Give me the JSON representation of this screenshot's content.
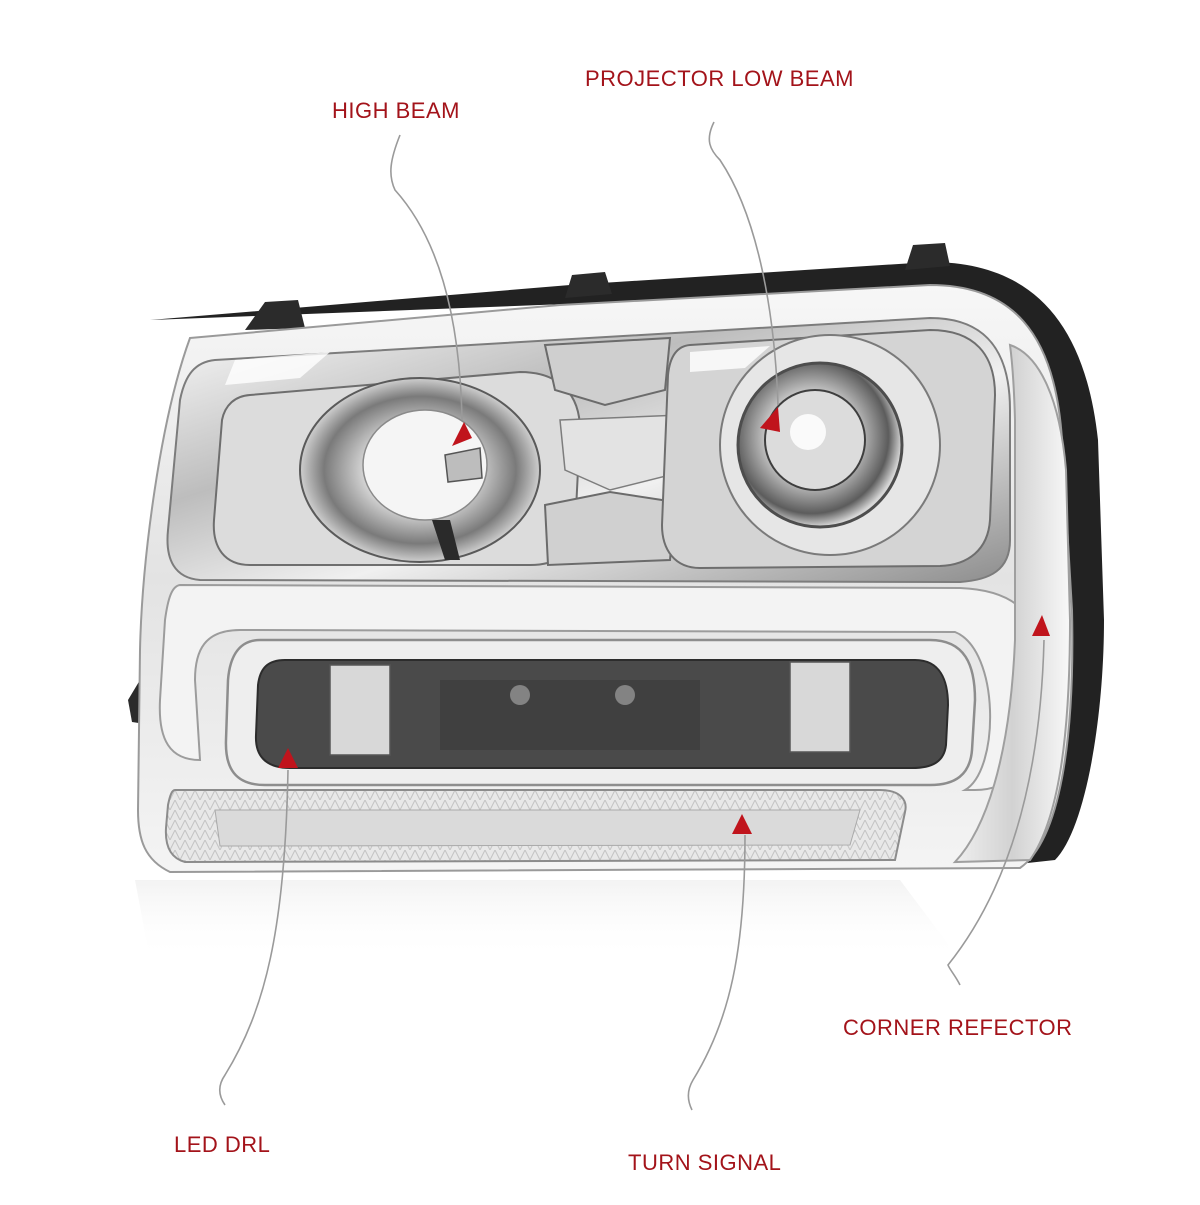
{
  "colors": {
    "label": "#a3131a",
    "arrow": "#c0141c",
    "leader": "#9a9a9a",
    "chrome_dark": "#3a3a3a",
    "chrome_mid": "#8a8a8a",
    "chrome_light": "#e6e6e6",
    "lens": "#f2f2f2",
    "housing": "#1e1e1e"
  },
  "labels": {
    "high_beam": "HIGH BEAM",
    "projector_low_beam": "PROJECTOR LOW BEAM",
    "corner_reflector": "CORNER REFECTOR",
    "led_drl": "LED DRL",
    "turn_signal": "TURN SIGNAL"
  },
  "icons": {
    "pointer": "red-triangle-arrow-icon"
  }
}
